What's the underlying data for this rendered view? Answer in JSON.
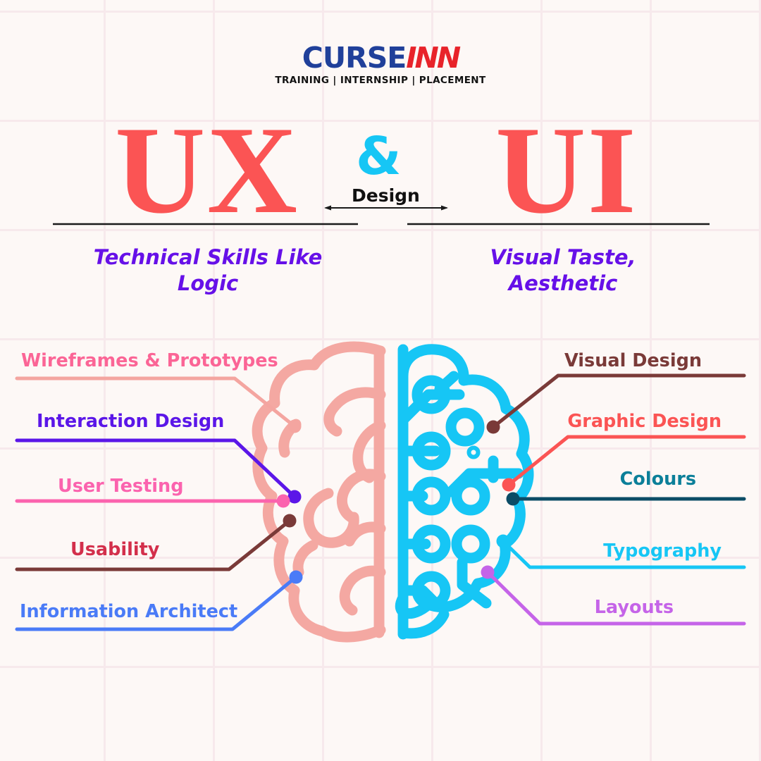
{
  "brand": {
    "logo_course": "C",
    "logo_course_rest": "URSE",
    "logo_inn": "INN",
    "tagline": "TRAINING | INTERNSHIP | PLACEMENT",
    "blue": "#20409A",
    "red": "#E8232A"
  },
  "headline": {
    "left": "UX",
    "right": "UI",
    "ampersand": "&",
    "design_word": "Design",
    "title_color": "#FB5454",
    "amp_color": "#16C6F5"
  },
  "subtitles": {
    "left": "Technical Skills Like\nLogic",
    "right": "Visual Taste,\nAesthetic",
    "color": "#6610E8"
  },
  "ux_items": [
    {
      "label": "Wireframes & Prototypes",
      "text_color": "#FB6596",
      "line_color": "#F4A5A0",
      "dot_color": "#F4A5A0"
    },
    {
      "label": "Interaction Design",
      "text_color": "#5B16E8",
      "line_color": "#5B16E8",
      "dot_color": "#5B16E8"
    },
    {
      "label": "User Testing",
      "text_color": "#FB63AE",
      "line_color": "#FB63AE",
      "dot_color": "#FB63AE"
    },
    {
      "label": "Usability",
      "text_color": "#D32F4B",
      "line_color": "#7A3A38",
      "dot_color": "#7A3A38"
    },
    {
      "label": "Information Architect",
      "text_color": "#4A7BF7",
      "line_color": "#4A7BF7",
      "dot_color": "#4A7BF7"
    }
  ],
  "ui_items": [
    {
      "label": "Visual Design",
      "text_color": "#7A3A38",
      "line_color": "#7A3A38",
      "dot_color": "#7A3A38"
    },
    {
      "label": "Graphic Design",
      "text_color": "#FB5454",
      "line_color": "#FB5454",
      "dot_color": "#FB5454"
    },
    {
      "label": "Colours",
      "text_color": "#0B7F99",
      "line_color": "#0B4C66",
      "dot_color": "#0B4C66"
    },
    {
      "label": "Typography",
      "text_color": "#16C6F5",
      "line_color": "#16C6F5",
      "dot_color": "#16C6F5"
    },
    {
      "label": "Layouts",
      "text_color": "#C564E8",
      "line_color": "#C564E8",
      "dot_color": "#C564E8"
    }
  ],
  "illustration": {
    "left_hemisphere_color": "#F4A8A2",
    "right_hemisphere_color": "#16C6F5",
    "background_color": "#FDF8F6",
    "grid_color": "#F7E9EC"
  }
}
